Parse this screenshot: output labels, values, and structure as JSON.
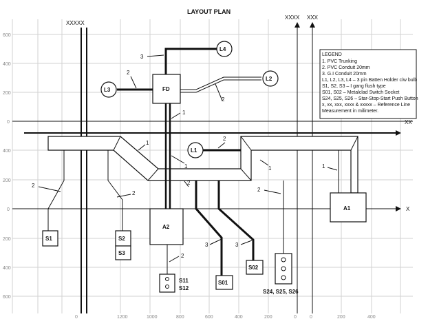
{
  "title": "LAYOUT PLAN",
  "ref_labels": {
    "xxxxx": "XXXXX",
    "xxxx": "XXXX",
    "xxx": "XXX",
    "xx": "XX",
    "x": "X"
  },
  "left_ticks": [
    "600",
    "400",
    "200",
    "0",
    "400",
    "200",
    "0",
    "200",
    "400",
    "600"
  ],
  "bottom_ticks": [
    "0",
    "1200",
    "1000",
    "800",
    "600",
    "400",
    "200",
    "0",
    "0",
    "200",
    "400"
  ],
  "components": {
    "fd": "FD",
    "a1": "A1",
    "a2": "A2",
    "l1": "L1",
    "l2": "L2",
    "l3": "L3",
    "l4": "L4",
    "s1": "S1",
    "s2": "S2",
    "s3": "S3",
    "s01": "S01",
    "s02": "S02",
    "s11": "S11",
    "s12": "S12",
    "s24_26": "S24, S25, S26"
  },
  "callouts": [
    "3",
    "2",
    "1",
    "2",
    "1",
    "2",
    "1",
    "1",
    "2",
    "2",
    "2",
    "1",
    "2",
    "3",
    "3",
    "2"
  ],
  "legend": {
    "heading": "LEGEND",
    "lines": [
      "1.    PVC Trunking",
      "2.    PVC Conduit 20mm",
      "3.    G.I Conduit 20mm",
      "L1, L2, L3, L4 – 3 pin Batten Holder c/w bulb",
      "S1, S2, S3 – I gang flush type",
      "S01, S02 – Metalclad Switch Socket",
      "S24, S25, S26 – Star-Stop-Start Push Button",
      "x, xx, xxx, xxxx & xxxxx – Reference Line",
      "Measurement in milimeter."
    ]
  }
}
